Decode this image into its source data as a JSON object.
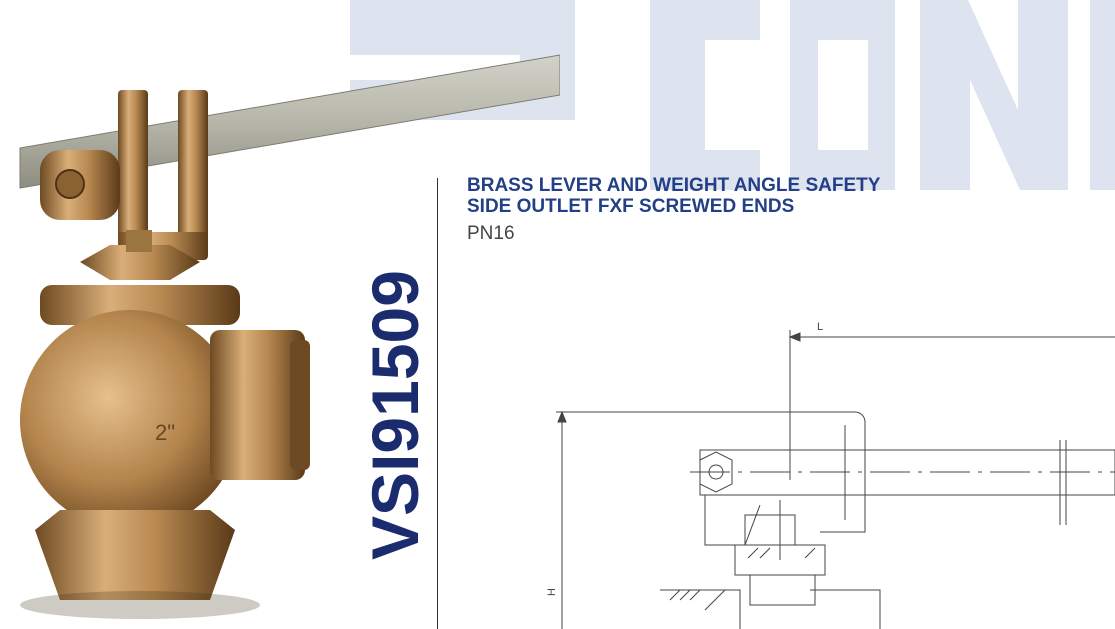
{
  "product": {
    "code": "VSI91509",
    "title_line1": "BRASS LEVER AND WEIGHT ANGLE SAFETY",
    "title_line2": "SIDE OUTLET FXF SCREWED ENDS",
    "pressure": "PN16"
  },
  "drawing": {
    "dim_L": "L",
    "dim_H": "H"
  },
  "photo": {
    "casting_mark": "2\""
  },
  "colors": {
    "brand_blue": "#1a2b6e",
    "title_blue": "#233f87",
    "watermark": "#dde4ef",
    "brass": "#b98a52"
  }
}
